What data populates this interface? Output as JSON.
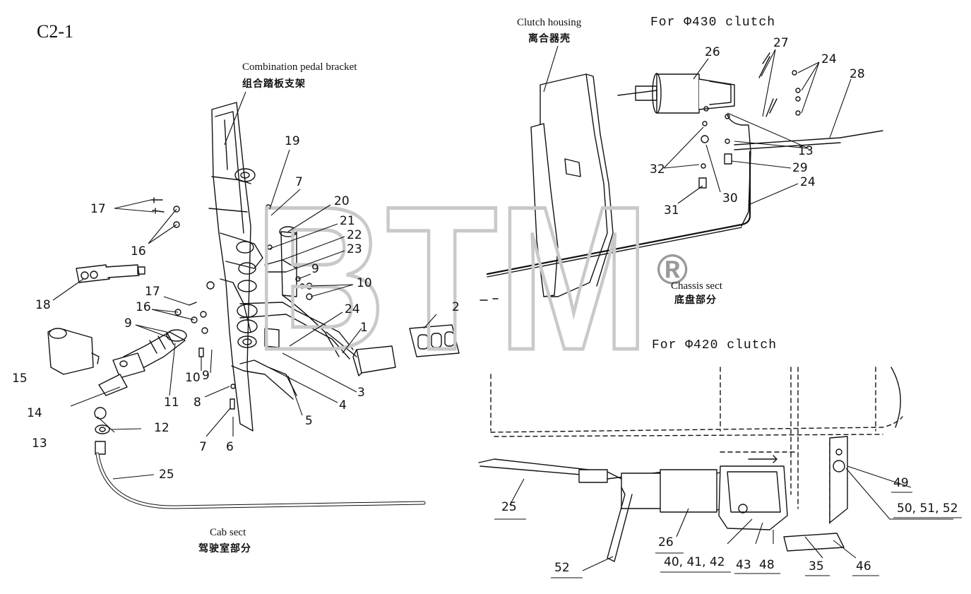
{
  "sheet_id": "C2-1",
  "captions": {
    "pedal_bracket_en": "Combination pedal bracket",
    "pedal_bracket_cn": "组合踏板支架",
    "clutch_housing_en": "Clutch housing",
    "clutch_housing_cn": "离合器壳",
    "for_430": "For Φ430 clutch",
    "for_420": "For Φ420 clutch",
    "chassis_en": "Chassis sect",
    "chassis_cn": "底盘部分",
    "cab_en": "Cab sect",
    "cab_cn": "驾驶室部分"
  },
  "watermark": {
    "text": "BTM",
    "mark": "®",
    "color": "#c9c9c9"
  },
  "callouts": {
    "p1": "1",
    "p2": "2",
    "p3": "3",
    "p4": "4",
    "p5": "5",
    "p6": "6",
    "p7a": "7",
    "p7b": "7",
    "p8": "8",
    "p9a": "9",
    "p9b": "9",
    "p9c": "9",
    "p10a": "10",
    "p10b": "10",
    "p11": "11",
    "p12": "12",
    "p13a": "13",
    "p13b": "13",
    "p14": "14",
    "p15": "15",
    "p16a": "16",
    "p16b": "16",
    "p17a": "17",
    "p17b": "17",
    "p18": "18",
    "p19": "19",
    "p20": "20",
    "p21": "21",
    "p22": "22",
    "p23": "23",
    "p24a": "24",
    "p24b": "24",
    "p24c": "24",
    "p25a": "25",
    "p25b": "25",
    "p26a": "26",
    "p26b": "26",
    "p27": "27",
    "p28": "28",
    "p29": "29",
    "p30": "30",
    "p31": "31",
    "p32": "32",
    "p35": "35",
    "p404142": "40, 41, 42",
    "p43": "43",
    "p46": "46",
    "p48": "48",
    "p49": "49",
    "p505152": "50, 51, 52",
    "p52": "52"
  }
}
